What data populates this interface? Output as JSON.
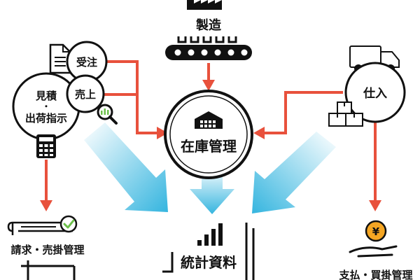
{
  "nodes": {
    "manufacturing": "製造",
    "order_receipt": "受注",
    "sales": "売上",
    "estimate": "見積",
    "dot": "・",
    "shipping_instruction": "出荷指示",
    "purchasing": "仕入",
    "inventory": "在庫管理",
    "billing": "請求・売掛管理",
    "statistics": "統計資料",
    "payment": "支払・買掛管理"
  },
  "icons": {
    "yen_symbol": "¥"
  },
  "colors": {
    "arrow_red": "#e8513c",
    "flow_blue": "#35b5df",
    "line_black": "#111111",
    "check_green": "#6cc04a",
    "coin_orange": "#f5a623"
  }
}
